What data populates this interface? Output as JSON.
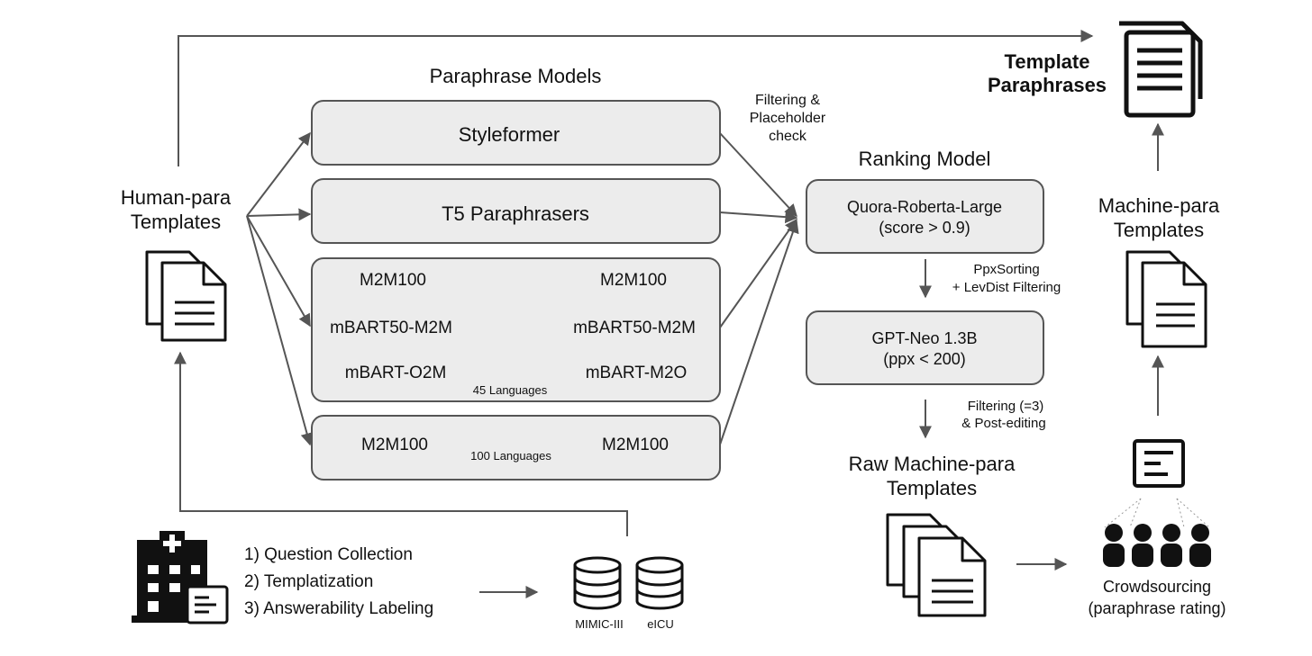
{
  "paraphrase_models": {
    "heading": "Paraphrase Models",
    "styleformer": "Styleformer",
    "t5": "T5 Paraphrasers",
    "group45": {
      "left": [
        "M2M100",
        "mBART50-M2M",
        "mBART-O2M"
      ],
      "right": [
        "M2M100",
        "mBART50-M2M",
        "mBART-M2O"
      ],
      "languages": "45 Languages"
    },
    "group100": {
      "left": "M2M100",
      "right": "M2M100",
      "languages": "100 Languages"
    }
  },
  "human_para": {
    "line1": "Human-para",
    "line2": "Templates"
  },
  "filtering_note": {
    "line1": "Filtering &",
    "line2": "Placeholder",
    "line3": "check"
  },
  "ranking": {
    "heading": "Ranking Model",
    "model_line1": "Quora-Roberta-Large",
    "model_line2": "(score > 0.9)",
    "step1_line1": "PpxSorting",
    "step1_line2": "+ LevDist Filtering",
    "gpt_line1": "GPT-Neo 1.3B",
    "gpt_line2": "(ppx < 200)",
    "step2_line1": "Filtering (=3)",
    "step2_line2": "& Post-editing"
  },
  "raw_machine": {
    "line1": "Raw Machine-para",
    "line2": "Templates"
  },
  "machine_para": {
    "line1": "Machine-para",
    "line2": "Templates"
  },
  "template_paraphrases": {
    "line1": "Template",
    "line2": "Paraphrases"
  },
  "crowdsourcing": {
    "line1": "Crowdsourcing",
    "line2": "(paraphrase rating)"
  },
  "steps": [
    "1) Question Collection",
    "2) Templatization",
    "3) Answerability Labeling"
  ],
  "databases": [
    "MIMIC-III",
    "eICU"
  ],
  "icons": [
    "document-stack-icon",
    "hospital-icon",
    "database-icon",
    "rating-sheet-icon",
    "crowd-icon"
  ],
  "colors": {
    "box_fill": "#ececec",
    "box_border": "#555555",
    "arrow": "#555555",
    "ink": "#111111"
  }
}
